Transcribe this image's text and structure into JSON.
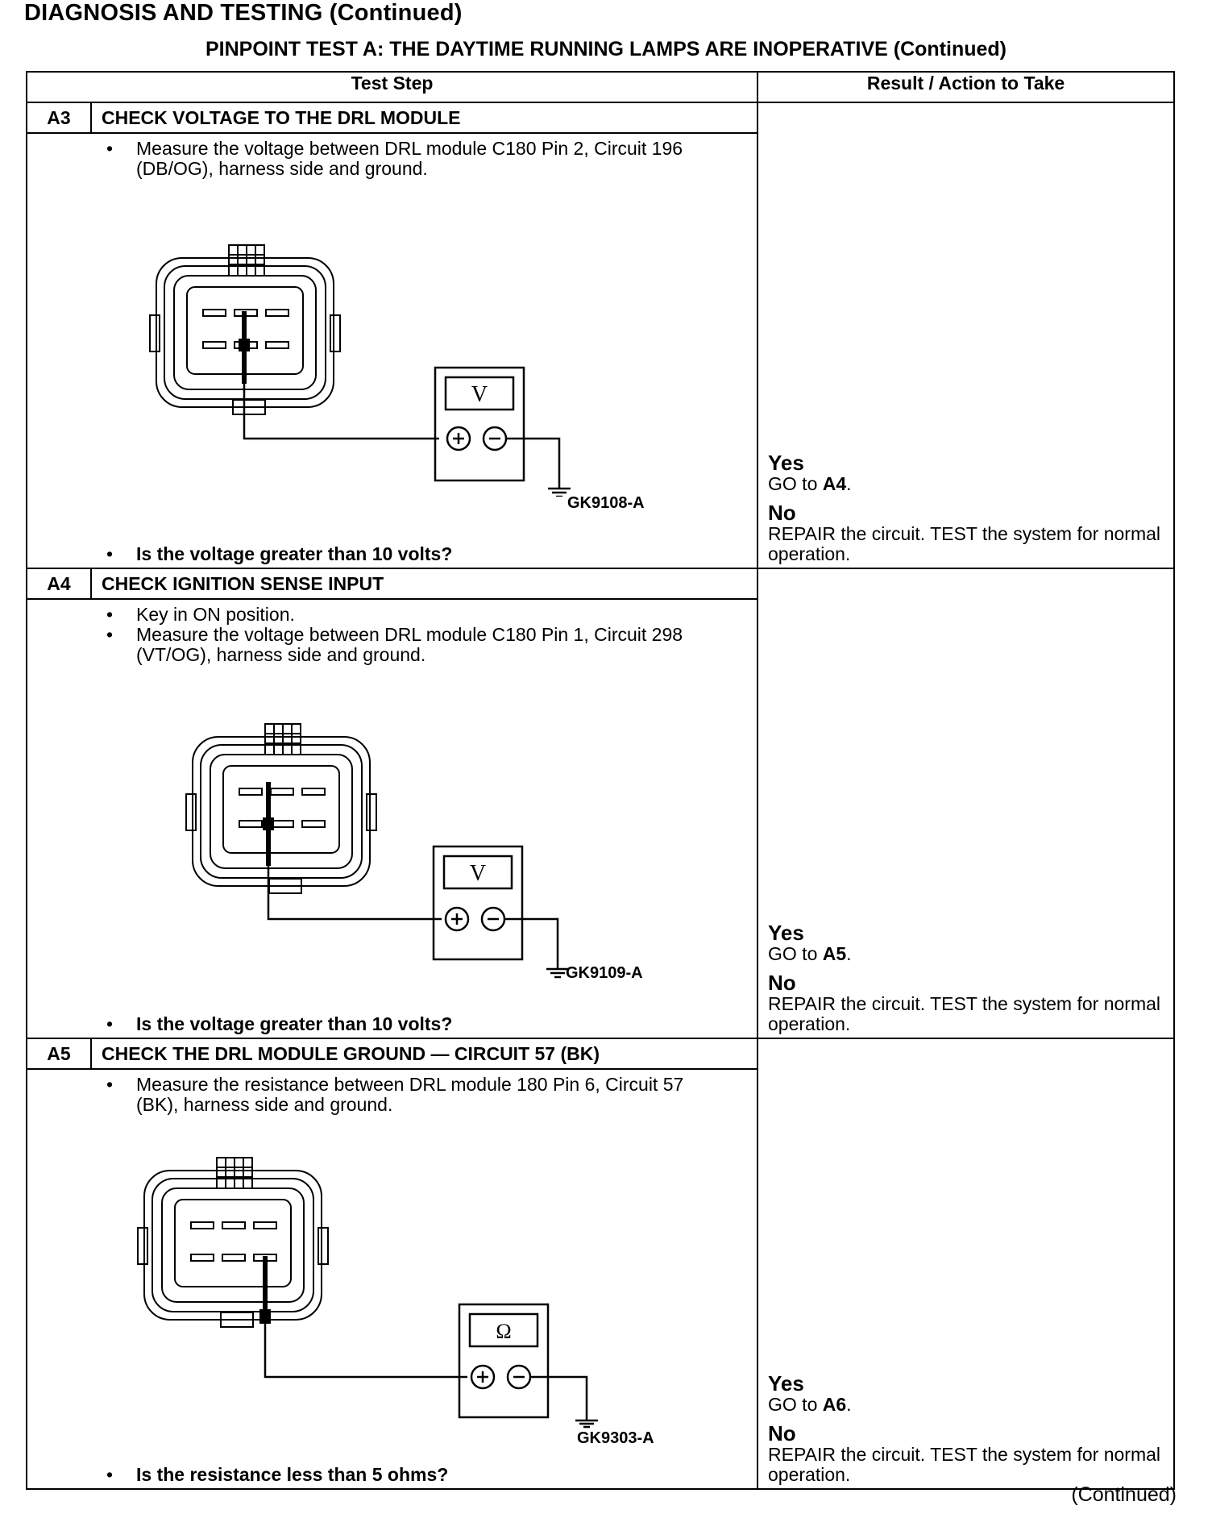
{
  "page": {
    "heading": "DIAGNOSIS AND TESTING (Continued)",
    "test_title": "PINPOINT TEST  A: THE DAYTIME RUNNING LAMPS ARE INOPERATIVE (Continued)",
    "continued": "(Continued)"
  },
  "table": {
    "col_test_step": "Test Step",
    "col_result": "Result / Action to Take"
  },
  "steps": [
    {
      "id": "A3",
      "title": "CHECK VOLTAGE TO THE DRL MODULE",
      "instructions": [
        "Measure the voltage between DRL module C180 Pin 2, Circuit 196 (DB/OG), harness side and ground."
      ],
      "meter_symbol": "V",
      "figure_id": "GK9108-A",
      "question": "Is the voltage greater than 10 volts?",
      "yes_label": "Yes",
      "yes_action_prefix": "GO to ",
      "yes_target": "A4",
      "yes_suffix": ".",
      "no_label": "No",
      "no_action": "REPAIR the circuit. TEST the system for normal operation."
    },
    {
      "id": "A4",
      "title": "CHECK IGNITION SENSE INPUT",
      "instructions": [
        "Key in ON position.",
        "Measure the voltage between DRL module C180 Pin 1, Circuit 298 (VT/OG), harness side and ground."
      ],
      "meter_symbol": "V",
      "figure_id": "GK9109-A",
      "question": "Is the voltage greater than 10 volts?",
      "yes_label": "Yes",
      "yes_action_prefix": "GO to ",
      "yes_target": "A5",
      "yes_suffix": ".",
      "no_label": "No",
      "no_action": "REPAIR the circuit. TEST the system for normal operation."
    },
    {
      "id": "A5",
      "title": "CHECK THE DRL MODULE GROUND — CIRCUIT 57 (BK)",
      "instructions": [
        "Measure the resistance between DRL module 180 Pin 6, Circuit 57 (BK), harness side and ground."
      ],
      "meter_symbol": "Ω",
      "figure_id": "GK9303-A",
      "question": "Is the resistance less than 5 ohms?",
      "yes_label": "Yes",
      "yes_action_prefix": "GO to ",
      "yes_target": "A6",
      "yes_suffix": ".",
      "no_label": "No",
      "no_action": "REPAIR the circuit. TEST the system for normal operation."
    }
  ]
}
